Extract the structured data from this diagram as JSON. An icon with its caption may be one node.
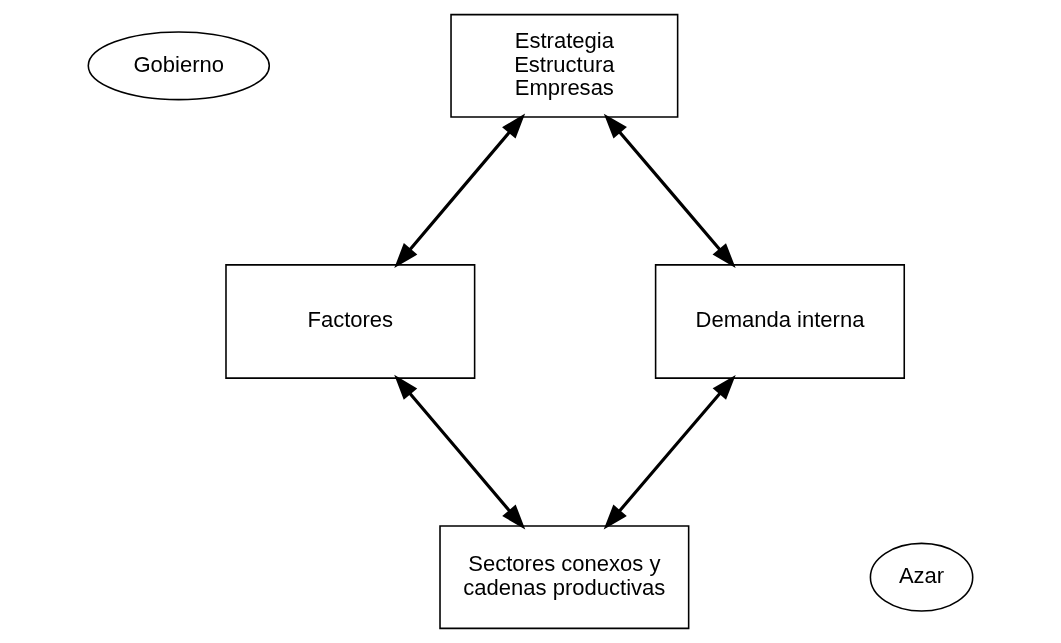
{
  "diagram": {
    "nodes": [
      {
        "text": [
          "Estrategia Estructura Empresas"
        ]
      },
      {
        "text": [
          "Gobierno"
        ]
      },
      {
        "text": [
          "Factores"
        ]
      },
      {
        "text": [
          "Demanda interna"
        ]
      },
      {
        "text": [
          "Sectores conexos y cadenas productivas"
        ]
      },
      {
        "text": [
          "Azar"
        ]
      }
    ],
    "edges": [
      {
        "from": 0,
        "to": 2,
        "arrow": "both"
      },
      {
        "from": 0,
        "to": 3,
        "arrow": "both"
      },
      {
        "from": 2,
        "to": 4,
        "arrow": "both"
      },
      {
        "from": 3,
        "to": 4,
        "arrow": "both"
      }
    ]
  }
}
